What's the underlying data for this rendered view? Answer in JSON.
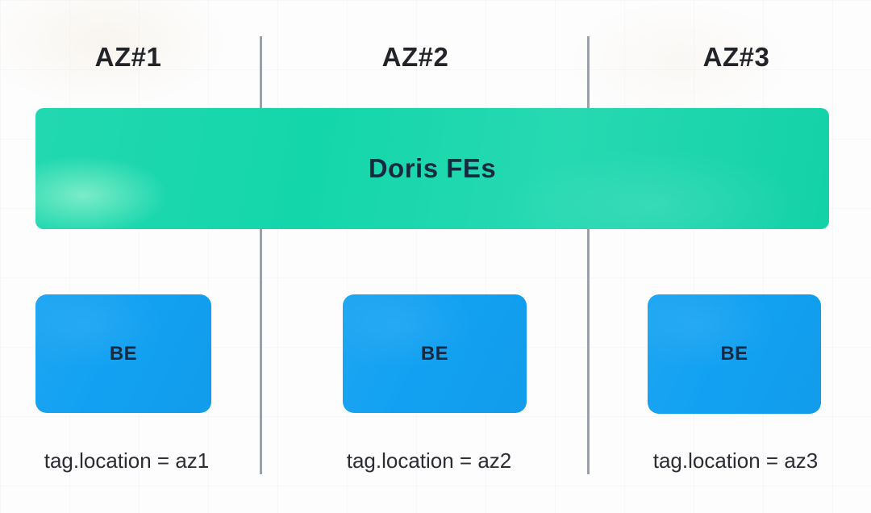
{
  "fe_box": {
    "label": "Doris FEs"
  },
  "zones": [
    {
      "name": "AZ#1",
      "be_label": "BE",
      "tag_label": "tag.location = az1"
    },
    {
      "name": "AZ#2",
      "be_label": "BE",
      "tag_label": "tag.location = az2"
    },
    {
      "name": "AZ#3",
      "be_label": "BE",
      "tag_label": "tag.location = az3"
    }
  ],
  "colors": {
    "background": "#fdfdfd",
    "fe_fill": "#14d6ab",
    "be_fill": "#12a1f2",
    "divider": "#9ba0a8",
    "zone_heading_text": "#222429",
    "box_label_text": "#152a40",
    "tag_text": "#2b2d33"
  }
}
